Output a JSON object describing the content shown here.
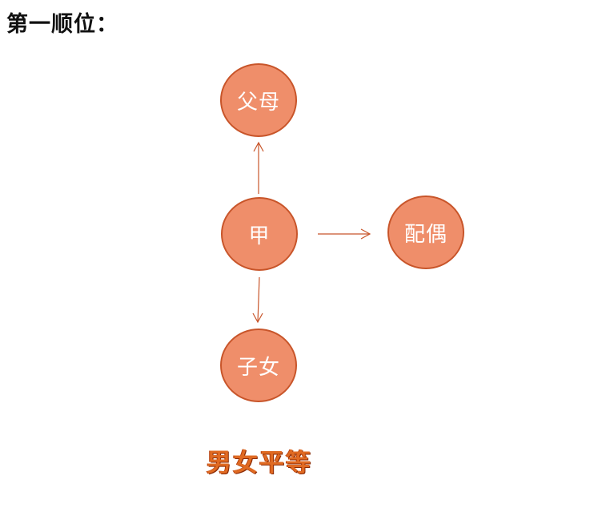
{
  "title": "第一顺位：",
  "nodes": {
    "parents": "父母",
    "self": "甲",
    "spouse": "配偶",
    "children": "子女"
  },
  "slogan": "男女平等",
  "colors": {
    "node_fill": "#ef8e6a",
    "node_border": "#c8552a",
    "arrow": "#c8552a",
    "slogan": "#e06a22"
  }
}
